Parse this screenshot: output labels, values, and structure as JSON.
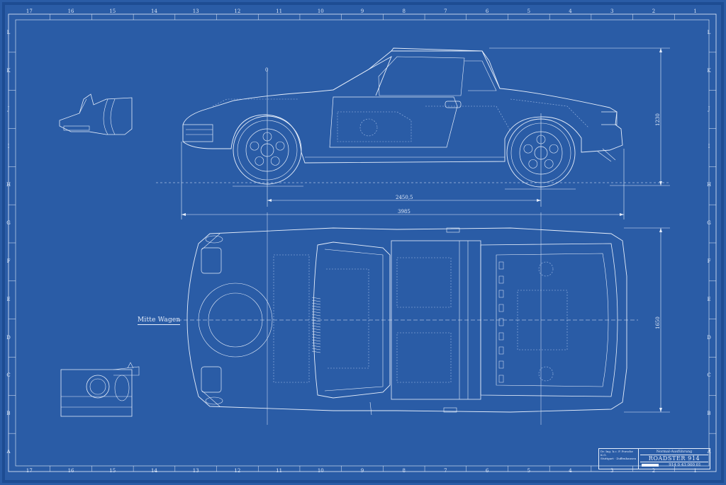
{
  "drawing": {
    "side_note": "Mitte Wagen",
    "colors": {
      "paper": "#2a5ca6",
      "line": "#e6eefb",
      "faint": "#9fbbe6"
    }
  },
  "border": {
    "columns_top": [
      "17",
      "16",
      "15",
      "14",
      "13",
      "12",
      "11",
      "10",
      "9",
      "8",
      "7",
      "6",
      "5",
      "4",
      "3",
      "2",
      "1"
    ],
    "columns_bottom": [
      "17",
      "16",
      "15",
      "14",
      "13",
      "12",
      "11",
      "10",
      "9",
      "8",
      "7",
      "6",
      "5",
      "4",
      "3",
      "2",
      "1"
    ],
    "rows": [
      "L",
      "K",
      "J",
      "I",
      "H",
      "G",
      "F",
      "E",
      "D",
      "C",
      "B",
      "A"
    ]
  },
  "dimensions": {
    "wheelbase": "2450,5",
    "length": "3985",
    "height": "1230",
    "width": "1650",
    "origin_mark": "0"
  },
  "title_block": {
    "company": "Dr. Ing. h.c. F. Porsche K.G.",
    "company_sub": "Stuttgart · Zuffenhausen",
    "variant": "Normal-Ausführung",
    "name": "ROADSTER 914",
    "number": "914 0 43 000 01"
  }
}
